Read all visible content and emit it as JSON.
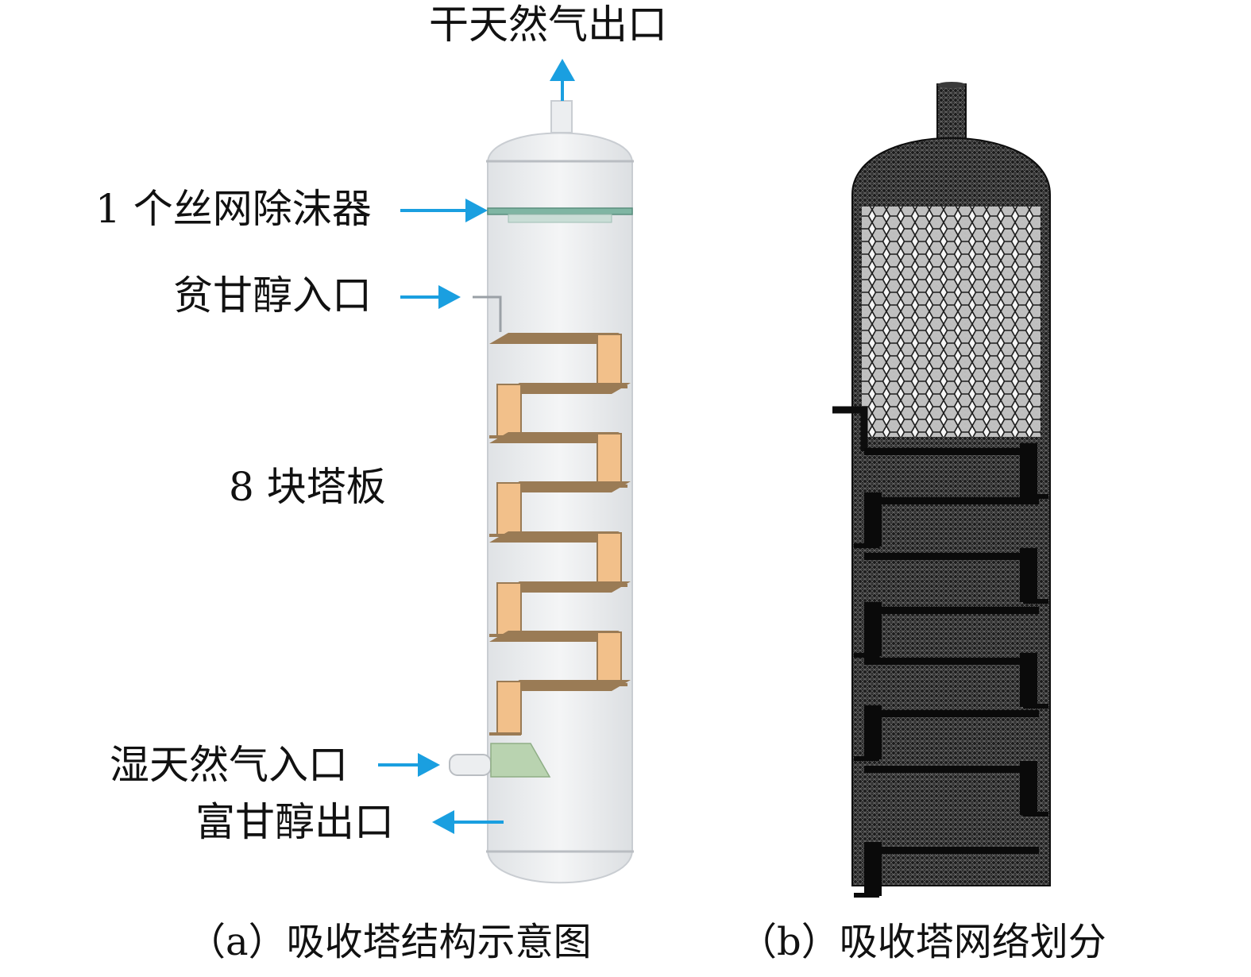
{
  "panel_a": {
    "labels": {
      "dry_gas_outlet": "干天然气出口",
      "mist_eliminator": "1 个丝网除沫器",
      "lean_glycol_inlet": "贫甘醇入口",
      "trays": "8 块塔板",
      "wet_gas_inlet": "湿天然气入口",
      "rich_glycol_outlet": "富甘醇出口"
    },
    "caption": "（a）吸收塔结构示意图"
  },
  "panel_b": {
    "caption": "（b）吸收塔网络划分"
  },
  "colors": {
    "arrow": "#1a9fe0",
    "vessel_fill": "#eef0f2",
    "vessel_stroke": "#c9cdd2",
    "tray": "#9a7b55",
    "downcomer": "#f2c08a",
    "mist_eliminator": "#7fb5a3",
    "inlet_distributor": "#b9d3b0",
    "mesh_bg": "#1b1b1b",
    "mesh_line": "#8a8a8a"
  }
}
